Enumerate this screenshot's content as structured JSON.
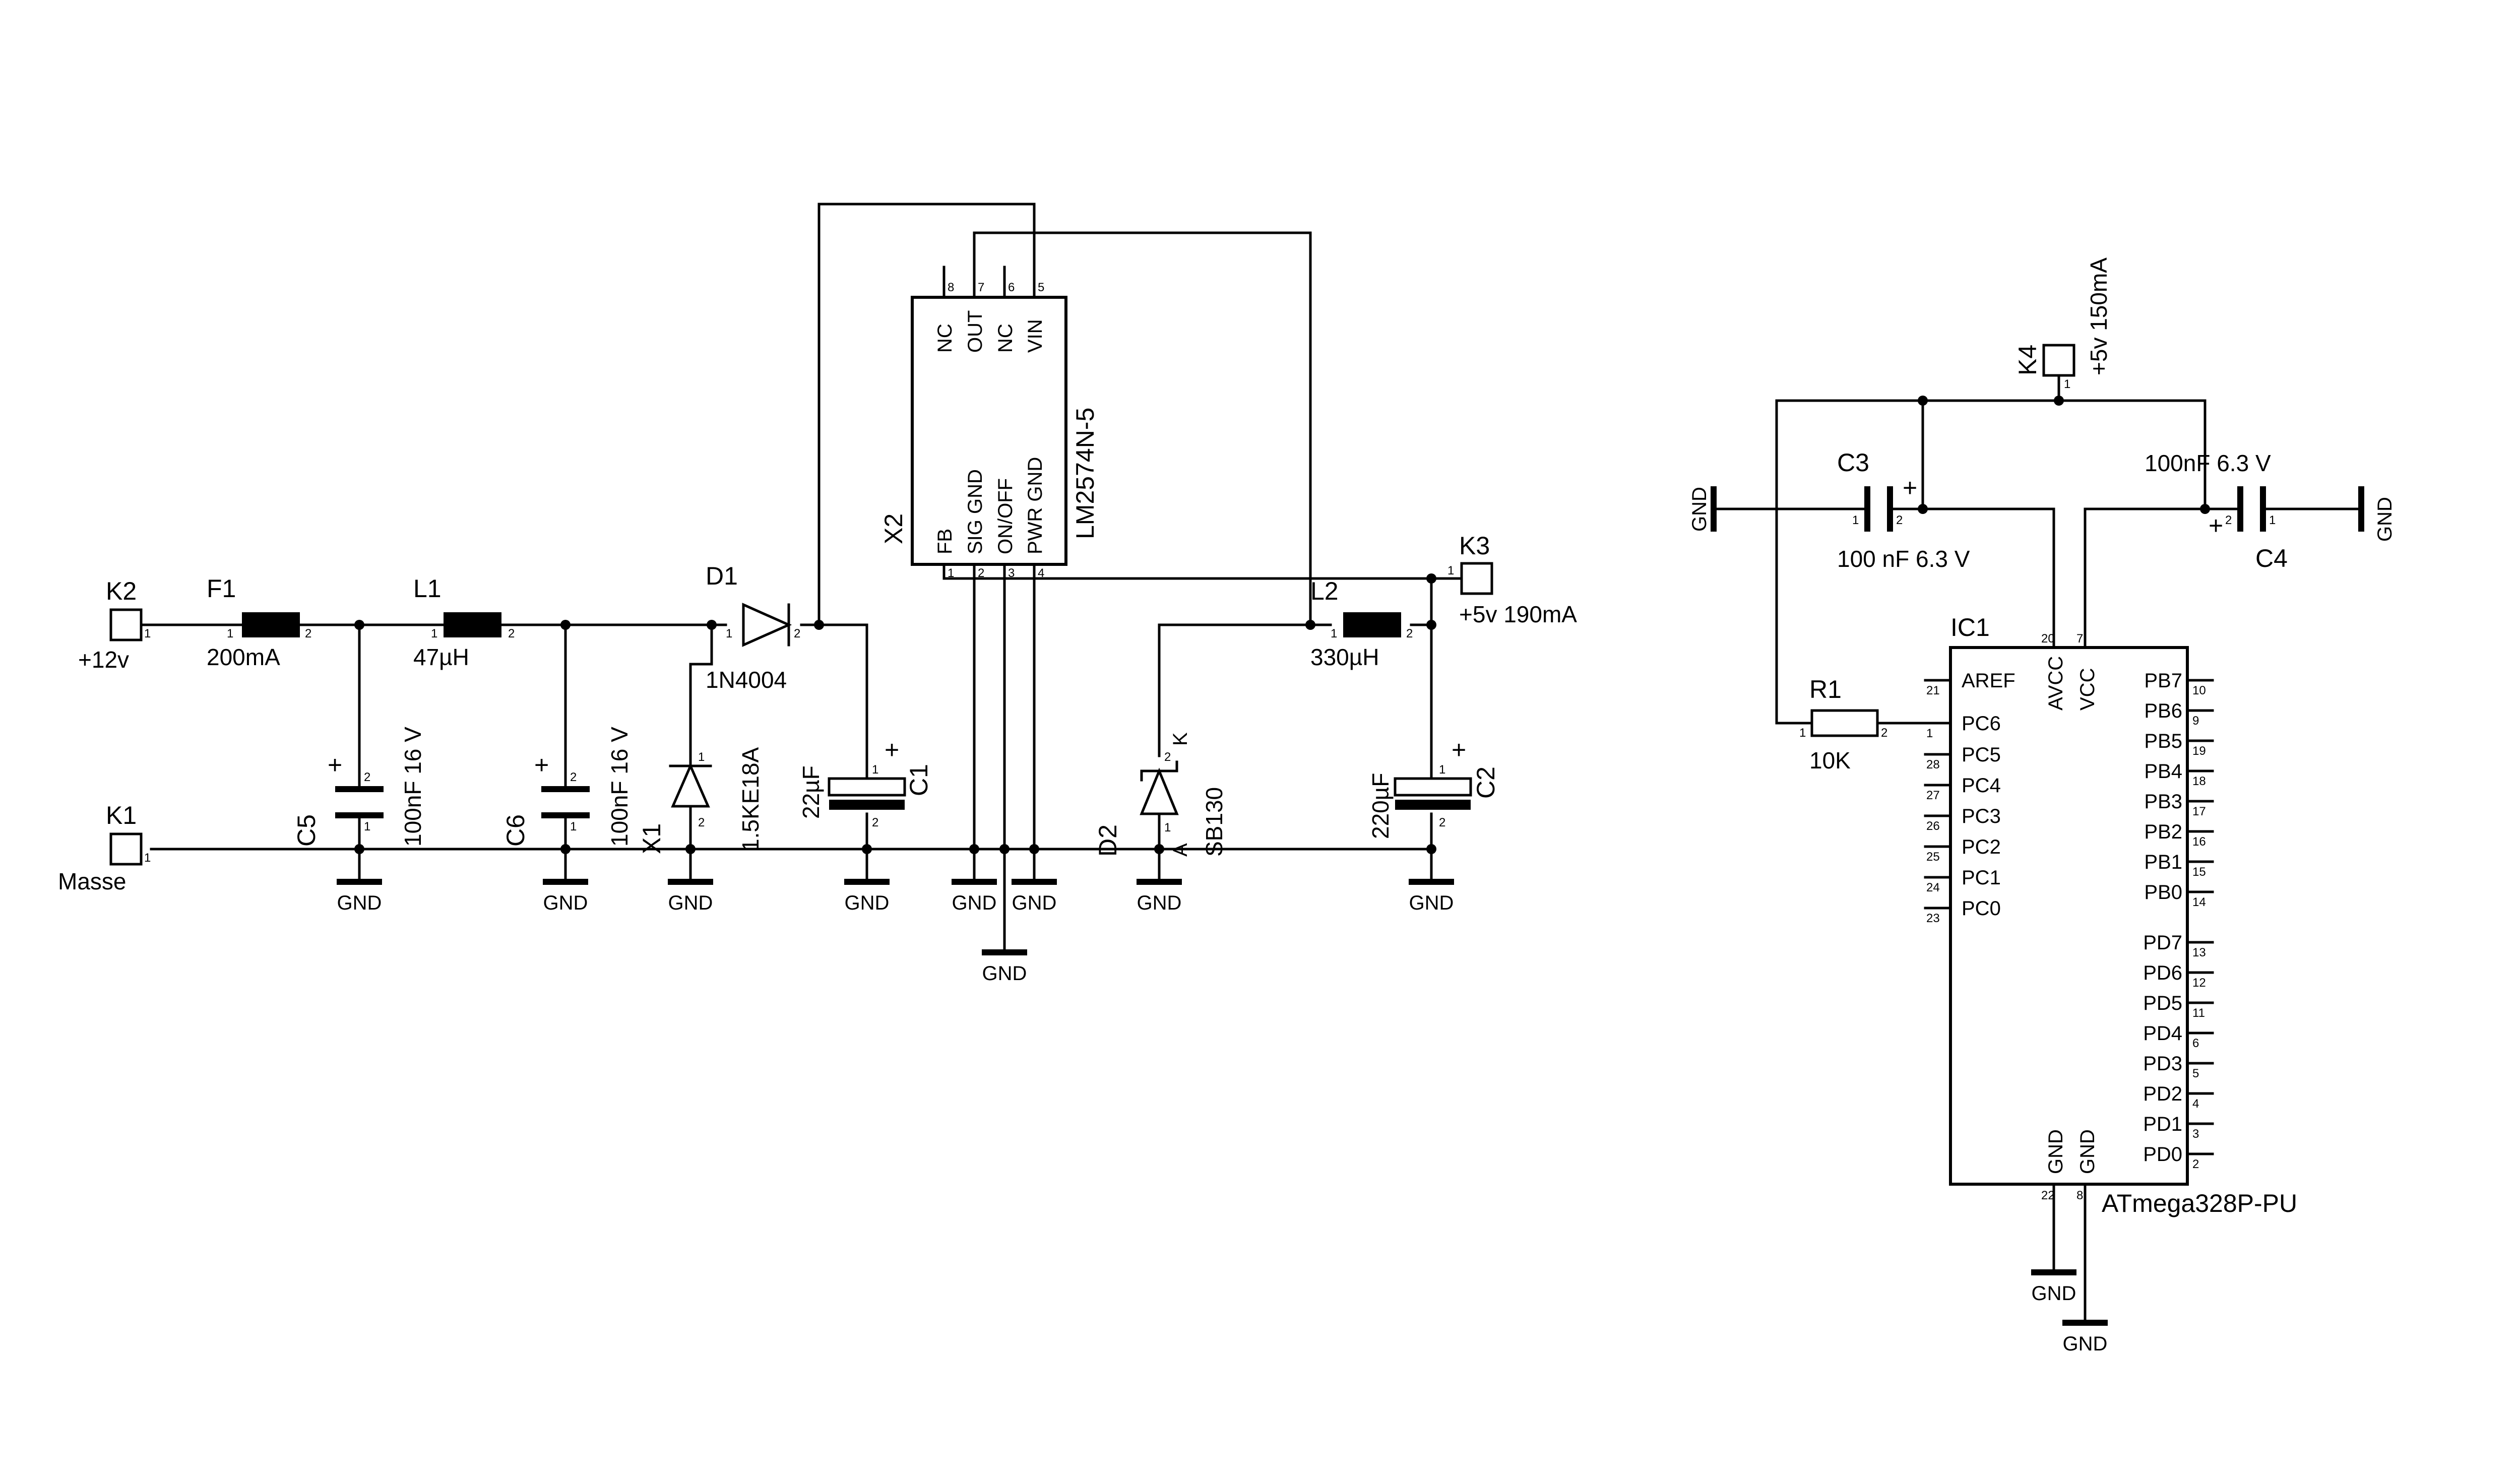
{
  "components": {
    "k2": {
      "ref": "K2",
      "value": "+12v"
    },
    "k1": {
      "ref": "K1",
      "value": "Masse"
    },
    "k3": {
      "ref": "K3",
      "value": "+5v 190mA"
    },
    "k4": {
      "ref": "K4",
      "value": "+5v 150mA"
    },
    "f1": {
      "ref": "F1",
      "value": "200mA"
    },
    "l1": {
      "ref": "L1",
      "value": "47µH"
    },
    "l2": {
      "ref": "L2",
      "value": "330µH"
    },
    "d1": {
      "ref": "D1",
      "value": "1N4004"
    },
    "x1": {
      "ref": "X1",
      "value": "1.5KE18A"
    },
    "d2": {
      "ref": "D2",
      "value": "SB130"
    },
    "c5": {
      "ref": "C5",
      "value": "100nF 16 V"
    },
    "c6": {
      "ref": "C6",
      "value": "100nF 16 V"
    },
    "c1": {
      "ref": "C1",
      "value": "22µF"
    },
    "c2": {
      "ref": "C2",
      "value": "220µF"
    },
    "c3": {
      "ref": "C3",
      "value": "100 nF 6.3 V"
    },
    "c4": {
      "ref": "C4",
      "value": "100nF 6.3 V"
    },
    "r1": {
      "ref": "R1",
      "value": "10K"
    },
    "x2": {
      "ref": "X2",
      "value": "LM2574N-5",
      "top_pins": [
        "NC",
        "OUT",
        "NC",
        "VIN"
      ],
      "top_nums": [
        "8",
        "7",
        "6",
        "5"
      ],
      "bottom_pins": [
        "FB",
        "SIG GND",
        "ON/OFF",
        "PWR GND"
      ],
      "bottom_nums": [
        "1",
        "2",
        "3",
        "4"
      ]
    },
    "ic1": {
      "ref": "IC1",
      "value": "ATmega328P-PU",
      "left_pins": [
        "AREF",
        "PC6",
        "PC5",
        "PC4",
        "PC3",
        "PC2",
        "PC1",
        "PC0"
      ],
      "left_nums": [
        "21",
        "1",
        "28",
        "27",
        "26",
        "25",
        "24",
        "23"
      ],
      "right_pins": [
        "PB7",
        "PB6",
        "PB5",
        "PB4",
        "PB3",
        "PB2",
        "PB1",
        "PB0",
        "PD7",
        "PD6",
        "PD5",
        "PD4",
        "PD3",
        "PD2",
        "PD1",
        "PD0"
      ],
      "right_nums": [
        "10",
        "9",
        "19",
        "18",
        "17",
        "16",
        "15",
        "14",
        "13",
        "12",
        "11",
        "6",
        "5",
        "4",
        "3",
        "2"
      ],
      "top_pins": [
        "AVCC",
        "VCC"
      ],
      "top_nums": [
        "20",
        "7"
      ],
      "bottom_pins": [
        "GND",
        "GND"
      ],
      "bottom_nums": [
        "22",
        "8"
      ]
    }
  },
  "labels": {
    "gnd": "GND",
    "plus": "+",
    "anode": "A",
    "cathode": "K",
    "pin1": "1",
    "pin2": "2"
  }
}
